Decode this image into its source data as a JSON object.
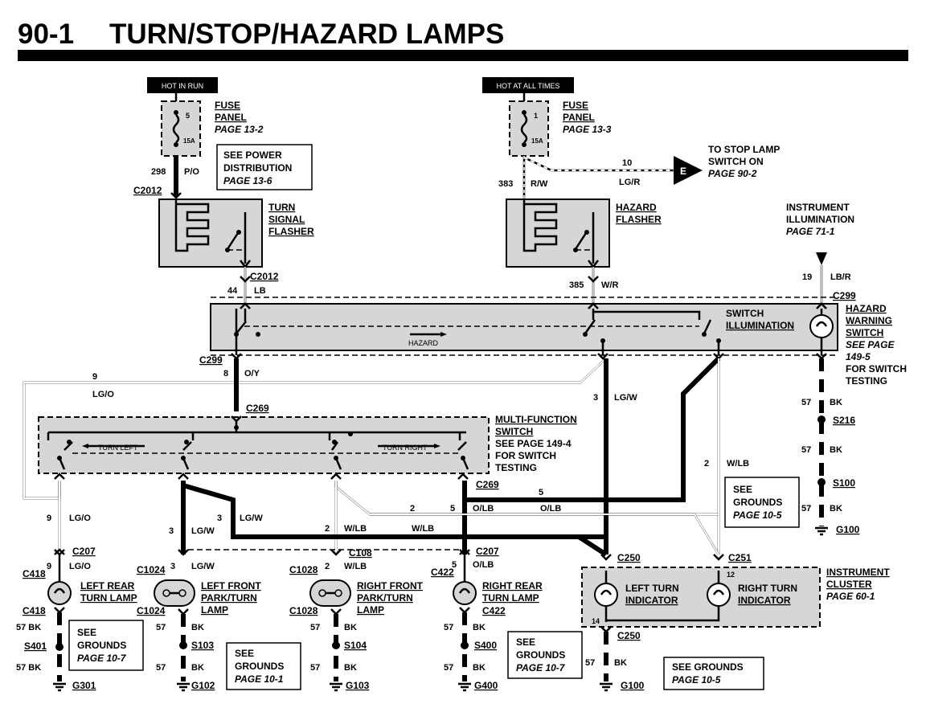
{
  "header": {
    "page_no": "90-1",
    "title": "TURN/STOP/HAZARD LAMPS"
  },
  "hot_tags": {
    "run": "HOT IN RUN",
    "always": "HOT AT ALL TIMES"
  },
  "fuse_left": {
    "label1": "FUSE",
    "label2": "PANEL",
    "page": "PAGE 13-2",
    "num": "5",
    "amp": "15A"
  },
  "fuse_right": {
    "label1": "FUSE",
    "label2": "PANEL",
    "page": "PAGE 13-3",
    "num": "1",
    "amp": "15A"
  },
  "notes": {
    "power_dist": [
      "SEE POWER",
      "DISTRIBUTION",
      "PAGE 13-6"
    ],
    "stop_lamp": [
      "TO STOP LAMP",
      "SWITCH ON",
      "PAGE 90-2"
    ],
    "stop_lamp_conn": "E",
    "inst_illum": [
      "INSTRUMENT",
      "ILLUMINATION",
      "PAGE 71-1"
    ]
  },
  "turn_flasher": [
    "TURN",
    "SIGNAL",
    "FLASHER"
  ],
  "hazard_flasher": [
    "HAZARD",
    "FLASHER"
  ],
  "hazard_switch": {
    "label": [
      "HAZARD",
      "WARNING",
      "SWITCH"
    ],
    "see": [
      "SEE PAGE",
      "149-5",
      "FOR SWITCH",
      "TESTING"
    ],
    "illum": [
      "SWITCH",
      "ILLUMINATION"
    ],
    "inner": "HAZARD"
  },
  "mfs": {
    "label": [
      "MULTI-FUNCTION",
      "SWITCH"
    ],
    "see": [
      "SEE PAGE 149-4",
      "FOR SWITCH",
      "TESTING"
    ],
    "turn_left": "TURN LEFT",
    "turn_right": "TURN RIGHT"
  },
  "cluster": {
    "label": [
      "INSTRUMENT",
      "CLUSTER"
    ],
    "page": "PAGE 60-1",
    "left_ind": [
      "LEFT TURN",
      "INDICATOR"
    ],
    "right_ind": [
      "RIGHT TURN",
      "INDICATOR"
    ],
    "pin_left": "14",
    "pin_right": "12"
  },
  "lamps": {
    "lr": [
      "LEFT REAR",
      "TURN LAMP"
    ],
    "lf": [
      "LEFT FRONT",
      "PARK/TURN",
      "LAMP"
    ],
    "rf": [
      "RIGHT FRONT",
      "PARK/TURN",
      "LAMP"
    ],
    "rr": [
      "RIGHT REAR",
      "TURN LAMP"
    ]
  },
  "connectors": {
    "c2012": "C2012",
    "c299": "C299",
    "c269": "C269",
    "c207": "C207",
    "c418": "C418",
    "c1024": "C1024",
    "c108": "C108",
    "c1028": "C1028",
    "c422": "C422",
    "c250": "C250",
    "c251": "C251"
  },
  "splices": {
    "s216": "S216",
    "s100": "S100",
    "s401": "S401",
    "s103": "S103",
    "s104": "S104",
    "s400": "S400"
  },
  "grounds": {
    "g100": "G100",
    "g301": "G301",
    "g102": "G102",
    "g103": "G103",
    "g400": "G400"
  },
  "ground_notes": {
    "p105": [
      "SEE",
      "GROUNDS",
      "PAGE 10-5"
    ],
    "p107a": [
      "SEE",
      "GROUNDS",
      "PAGE 10-7"
    ],
    "p101": [
      "SEE",
      "GROUNDS",
      "PAGE 10-1"
    ],
    "p107b": [
      "SEE",
      "GROUNDS",
      "PAGE 10-7"
    ],
    "p105b": "SEE GROUNDS",
    "p105b_page": "PAGE 10-5"
  },
  "wires": {
    "w298": "298",
    "po": "P/O",
    "w383": "383",
    "rw": "R/W",
    "w10": "10",
    "lgr": "LG/R",
    "w44": "44",
    "lb": "LB",
    "w385": "385",
    "wr": "W/R",
    "w19": "19",
    "lbr": "LB/R",
    "w9": "9",
    "lgo": "LG/O",
    "w8": "8",
    "oy": "O/Y",
    "w3": "3",
    "lgw": "LG/W",
    "w2": "2",
    "wlb": "W/LB",
    "w5": "5",
    "olb": "O/LB",
    "w57": "57",
    "bk": "BK",
    "bk57": "57 BK"
  }
}
